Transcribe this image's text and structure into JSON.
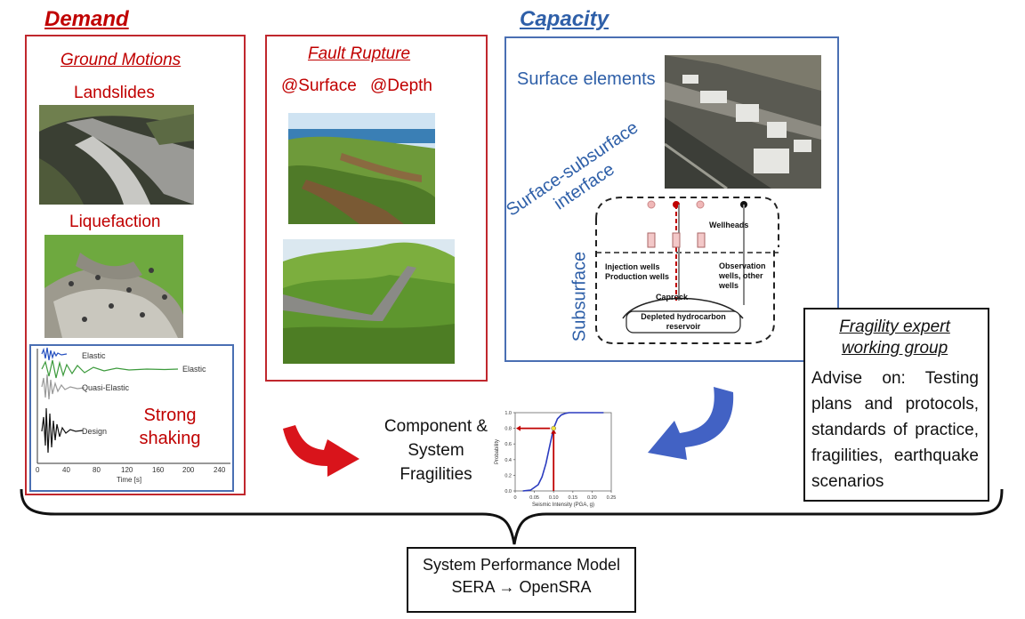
{
  "demand": {
    "title": "Demand",
    "ground_motions": "Ground Motions",
    "landslides": "Landslides",
    "liquefaction": "Liquefaction",
    "strong_shaking": "Strong shaking",
    "waveform_panel": {
      "labels": [
        "Elastic",
        "Elastic",
        "Quasi-Elastic",
        "Design"
      ],
      "x_ticks": [
        "0",
        "40",
        "80",
        "120",
        "160",
        "200",
        "240"
      ],
      "x_label": "Time [s]"
    }
  },
  "fault": {
    "title": "Fault Rupture",
    "surface": "@Surface",
    "depth": "@Depth"
  },
  "capacity": {
    "title": "Capacity",
    "surface_elements": "Surface elements",
    "interface": "Surface-subsurface interface",
    "subsurface": "Subsurface",
    "well_diagram": {
      "wellheads": "Wellheads",
      "injection": "Injection wells",
      "production": "Production wells",
      "observation": "Observation wells, other wells",
      "caprock": "Caprock",
      "reservoir": "Depleted hydrocarbon reservoir"
    }
  },
  "expert": {
    "title": "Fragility expert working group",
    "body": "Advise on: Testing plans and protocols, standards of practice, fragilities, earthquake scenarios"
  },
  "fragility": {
    "label": "Component & System Fragilities",
    "chart_data": {
      "type": "line",
      "xlabel": "Seismic Intensity (PGA, g)",
      "ylabel": "Probability",
      "xlim": [
        0,
        0.25
      ],
      "ylim": [
        0,
        1.0
      ],
      "x_ticks": [
        "0",
        "0.05",
        "0.10",
        "0.15",
        "0.20",
        "0.25"
      ],
      "y_ticks": [
        "0.0",
        "0.2",
        "0.4",
        "0.6",
        "0.8",
        "1.0"
      ],
      "series": [
        {
          "color": "#2b3bbf",
          "x": [
            0.02,
            0.04,
            0.06,
            0.07,
            0.08,
            0.09,
            0.1,
            0.11,
            0.12,
            0.13,
            0.14,
            0.16,
            0.2,
            0.23
          ],
          "y": [
            0.0,
            0.01,
            0.08,
            0.18,
            0.35,
            0.58,
            0.8,
            0.92,
            0.97,
            0.99,
            1.0,
            1.0,
            1.0,
            1.0
          ]
        }
      ],
      "marker": {
        "x": 0.1,
        "y": 0.8
      }
    }
  },
  "system": {
    "line1": "System Performance Model",
    "line2": "SERA → OpenSRA"
  },
  "colors": {
    "red": "#c00000",
    "blue": "#2e5fa8",
    "arrow_red": "#d9141b",
    "arrow_blue": "#4262c4"
  }
}
